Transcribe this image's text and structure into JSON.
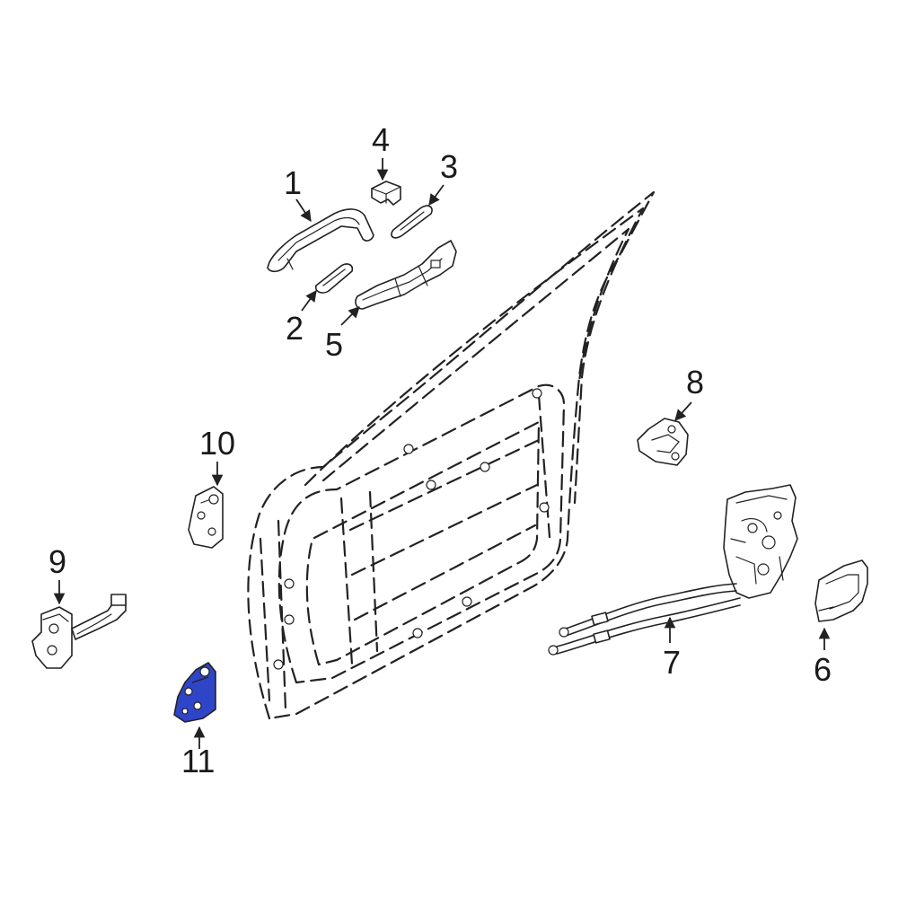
{
  "callouts": {
    "c1": "1",
    "c2": "2",
    "c3": "3",
    "c4": "4",
    "c5": "5",
    "c6": "6",
    "c7": "7",
    "c8": "8",
    "c9": "9",
    "c10": "10",
    "c11": "11"
  },
  "colors": {
    "highlight": "#2f45c8",
    "line": "#222222",
    "background": "#ffffff"
  }
}
